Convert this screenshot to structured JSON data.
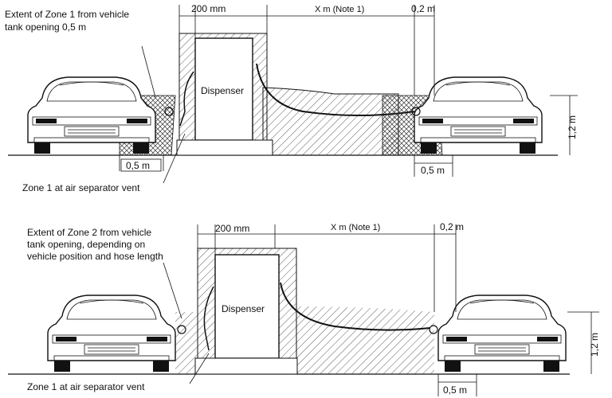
{
  "top": {
    "dimensions": {
      "nozzle_gap": "200 mm",
      "distance": "X m (Note 1)",
      "margin": "0,2 m",
      "height": "1,2 m",
      "ground_width": "0,5 m",
      "left_width": "0,5 m"
    },
    "dispenser_label": "Dispenser",
    "notes": {
      "zone_extent": [
        "Extent of Zone 1 from vehicle",
        "tank opening 0,5 m"
      ],
      "vent": "Zone 1 at air separator vent"
    }
  },
  "bottom": {
    "dimensions": {
      "nozzle_gap": "200 mm",
      "distance": "X m (Note 1)",
      "margin": "0,2 m",
      "height": "1,2 m",
      "ground_width": "0,5 m"
    },
    "dispenser_label": "Dispenser",
    "notes": {
      "zone_extent": [
        "Extent of Zone 2 from vehicle",
        "tank opening, depending on",
        "vehicle position and hose length"
      ],
      "vent": "Zone 1 at air separator vent"
    }
  }
}
